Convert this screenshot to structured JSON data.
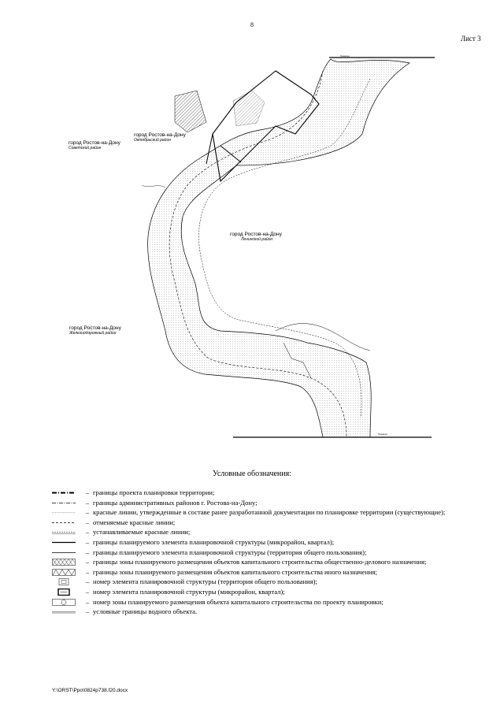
{
  "page_number": "8",
  "sheet_label": "Лист 3",
  "districts": [
    {
      "city": "город Ростов-на-Дону",
      "name": "Советский район"
    },
    {
      "city": "город Ростов-на-Дону",
      "name": "Октябрьский район"
    },
    {
      "city": "город Ростов-на-Дону",
      "name": "Ленинский район"
    },
    {
      "city": "город Ростов-на-Дону",
      "name": "Железнодорожный район"
    }
  ],
  "legend": {
    "title": "Условные обозначения:",
    "dash": "–",
    "items": [
      {
        "text": "границы проекта планировки территории;"
      },
      {
        "text": "границы административных районов г. Ростова-на-Дону;"
      },
      {
        "text": "красные линии, утвержденные в составе ранее разработанной документации по планировке территории (существующие);"
      },
      {
        "text": "отменяемые красные линии;"
      },
      {
        "text": "устанавливаемые красные линии;"
      },
      {
        "text": "границы планируемого элемента планировочной структуры (микрорайон, квартал);"
      },
      {
        "text": "границы планируемого элемента планировочной структуры (территория общего пользования);"
      },
      {
        "text": "границы зоны планируемого размещения объектов капитального строительства общественно-делового назначения;"
      },
      {
        "text": "границы зоны планируемого размещения объектов капитального строительства иного назначения;"
      },
      {
        "text": "номер элемента планировочной структуры (территория общего пользования);"
      },
      {
        "text": "номер элемента планировочной структуры (микрорайон, квартал);"
      },
      {
        "text": "номер зоны планируемого размещения объекта капитального строительства по проекту планировки;"
      },
      {
        "text": "условные границы водного объекта."
      }
    ]
  },
  "footer": "Y:\\ORST\\Ppo\\0824p738.f20.docx"
}
